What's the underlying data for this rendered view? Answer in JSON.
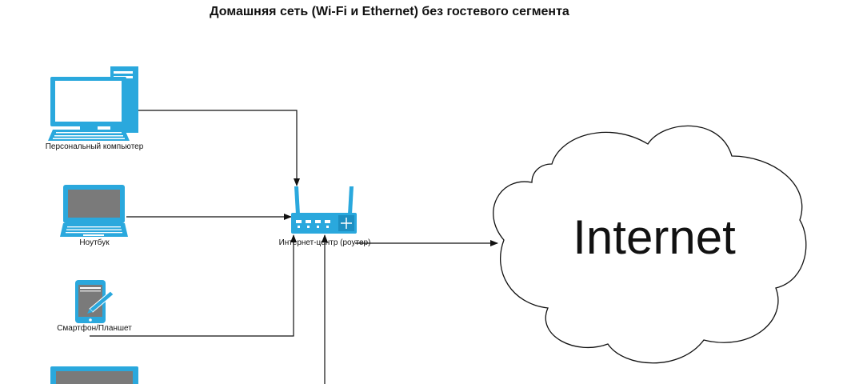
{
  "title": "Домашняя сеть (Wi-Fi и Ethernet) без гостевого сегмента",
  "nodes": {
    "pc": {
      "label": "Персональный компьютер",
      "icon": "desktop-computer-icon"
    },
    "laptop": {
      "label": "Ноутбук",
      "icon": "laptop-icon"
    },
    "tablet": {
      "label": "Смартфон/Планшет",
      "icon": "tablet-icon"
    },
    "router": {
      "label": "Интернет-центр (роутер)",
      "icon": "router-icon"
    },
    "internet": {
      "label": "Internet",
      "icon": "cloud-icon"
    },
    "tv": {
      "icon": "tv-icon"
    }
  },
  "colors": {
    "device": "#2aa8dd",
    "device_dark": "#1d8fc2",
    "screen": "#7a7a7a",
    "line": "#111111"
  }
}
